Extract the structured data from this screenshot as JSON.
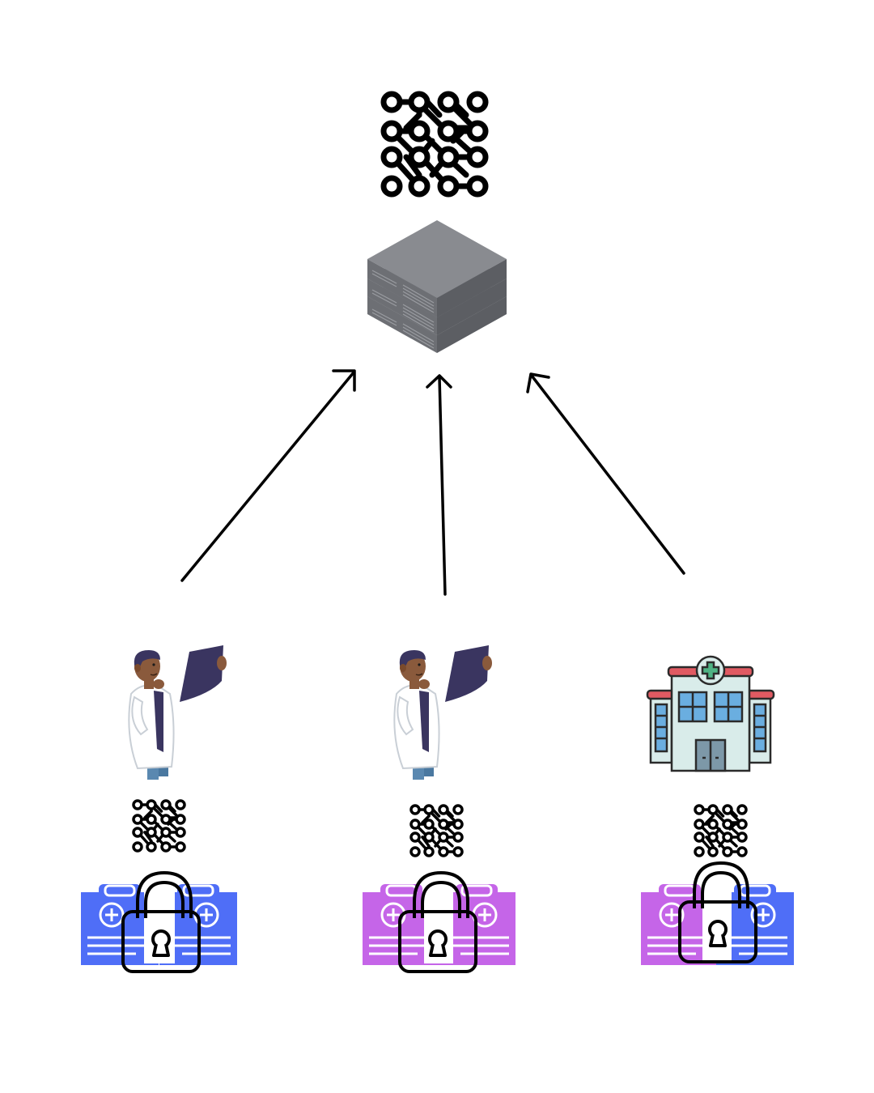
{
  "diagram": {
    "server": {
      "icon": "server-stack-icon",
      "body_color": "#7d7f84",
      "side_color": "#5f6166",
      "top_color": "#898b90"
    },
    "global_model": {
      "icon": "neural-network-icon"
    },
    "clients": [
      {
        "id": "doctor-1",
        "icon": "doctor-icon",
        "model_icon": "neural-network-icon",
        "records_icon": "locked-medical-records-icon",
        "record_colors": [
          "#4f6ef7",
          "#4f6ef7"
        ]
      },
      {
        "id": "doctor-2",
        "icon": "doctor-icon",
        "model_icon": "neural-network-icon",
        "records_icon": "locked-medical-records-icon",
        "record_colors": [
          "#c565e8",
          "#c565e8"
        ]
      },
      {
        "id": "hospital",
        "icon": "hospital-icon",
        "model_icon": "neural-network-icon",
        "records_icon": "locked-medical-records-icon",
        "record_colors": [
          "#c565e8",
          "#4f6ef7"
        ]
      }
    ],
    "arrows": [
      {
        "from": "doctor-1",
        "to": "server"
      },
      {
        "from": "doctor-2",
        "to": "server"
      },
      {
        "from": "hospital",
        "to": "server"
      }
    ],
    "colors": {
      "stroke": "#000000",
      "doctor_coat": "#ffffff",
      "doctor_skin": "#8a5a3c",
      "doctor_hair": "#3a3560",
      "chart_dark": "#3a3560",
      "hospital_wall": "#d9ecea",
      "hospital_roof": "#e05a62",
      "hospital_window": "#6aaee0",
      "hospital_cross": "#4fb384"
    }
  }
}
